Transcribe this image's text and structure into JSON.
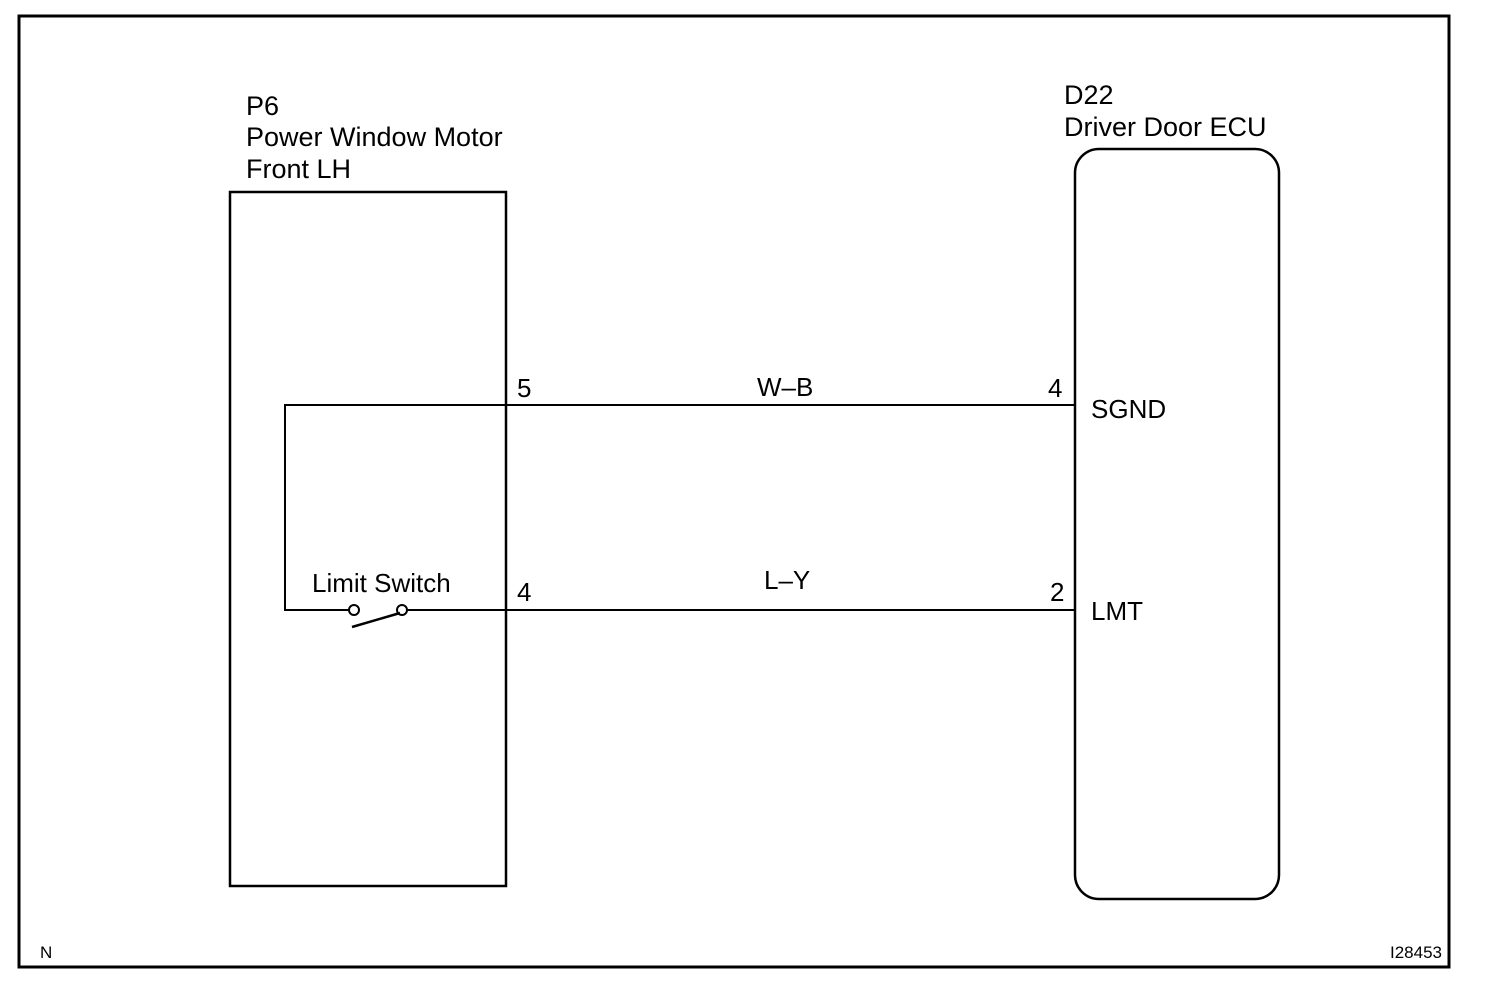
{
  "components": {
    "motor": {
      "code": "P6",
      "name_line1": "Power Window Motor",
      "name_line2": "Front LH",
      "switch_label": "Limit Switch",
      "pin_top": "5",
      "pin_bottom": "4"
    },
    "ecu": {
      "code": "D22",
      "name": "Driver Door ECU",
      "pin_top": "4",
      "pin_top_name": "SGND",
      "pin_bottom": "2",
      "pin_bottom_name": "LMT"
    }
  },
  "wires": {
    "top_color_code": "W–B",
    "bottom_color_code": "L–Y"
  },
  "footer": {
    "left_mark": "N",
    "figure_id": "I28453"
  }
}
